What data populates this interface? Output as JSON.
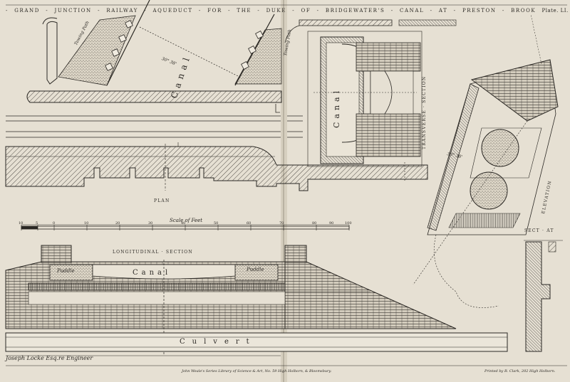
{
  "title": {
    "words": [
      "GRAND",
      "JUNCTION",
      "RAILWAY",
      "AQUEDUCT",
      "FOR",
      "THE",
      "DUKE",
      "OF",
      "BRIDGEWATER'S",
      "CANAL",
      "AT",
      "PRESTON",
      "BROOK"
    ],
    "plate": "Plate. LI."
  },
  "labels": {
    "plan": "PLAN",
    "longitudinal_section": "LONGITUDINAL · SECTION",
    "transverse_section": "TRANSVERSE · SECTION",
    "elevation": "ELEVATION",
    "sect_at": "SECT · AT",
    "scale": "Scale of Feet",
    "canal_top": "Canal",
    "canal_transverse": "Canal",
    "canal_section": "Canal",
    "culvert": "Culvert",
    "puddle_left": "Puddle",
    "puddle_right": "Puddle",
    "towing_path_left": "Towing Path",
    "towing_path_right": "Towing Path",
    "angle_top": "30° 38'",
    "angle_elevation": "30° 38'"
  },
  "scale_ticks": [
    "10",
    "5",
    "0",
    "10",
    "20",
    "30",
    "40",
    "50",
    "60",
    "70",
    "80",
    "90",
    "100"
  ],
  "footer": {
    "engineer": "Joseph Locke Esq.re Engineer",
    "publisher": "John Weale's Series Library of Science & Art, No. 59 High Holborn, & Bloomsbury.",
    "printer": "Printed by R. Clark, 202 High Holborn."
  },
  "colors": {
    "paper": "#e6e0d3",
    "ink": "#2b2824"
  }
}
